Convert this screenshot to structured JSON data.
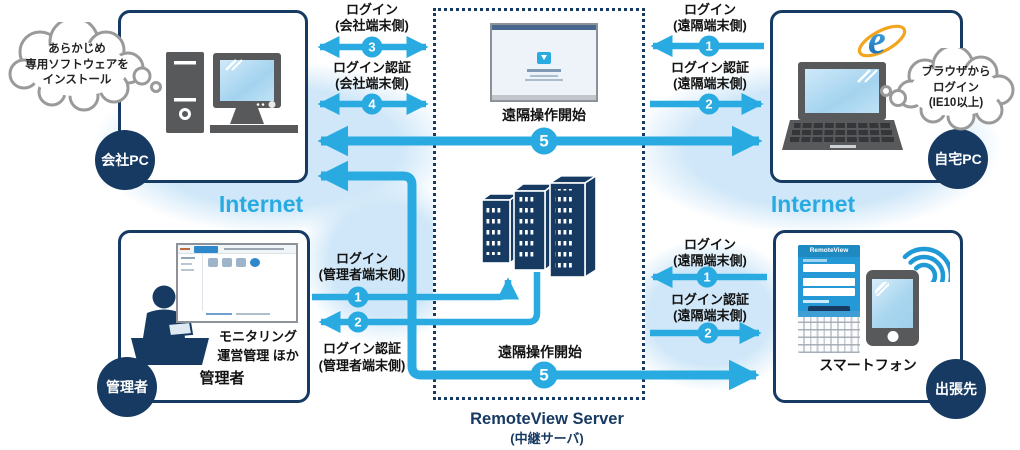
{
  "clouds": {
    "company_note": {
      "lines": [
        "あらかじめ",
        "専用ソフトウェアを",
        "インストール"
      ]
    },
    "home_note": {
      "lines": [
        "ブラウザから",
        "ログイン",
        "(IE10以上)"
      ]
    }
  },
  "nodes": {
    "company_pc": {
      "label": "会社PC"
    },
    "home_pc": {
      "label": "自宅PC"
    },
    "admin": {
      "circle_label": "管理者",
      "box_label": "管理者",
      "tasks": [
        "モニタリング",
        "運営管理 ほか"
      ]
    },
    "trip": {
      "label": "出張先",
      "device": "スマートフォン"
    }
  },
  "internet": {
    "left": "Internet",
    "right": "Internet"
  },
  "server": {
    "session_top": "遠隔操作開始",
    "session_bottom": "遠隔操作開始",
    "name": "RemoteView Server",
    "name_sub": "(中継サーバ)"
  },
  "smartphone_app": {
    "title": "RemoteView"
  },
  "arrows": {
    "company_login": {
      "num": "3",
      "label1": "ログイン",
      "label2": "(会社端末側)"
    },
    "company_auth": {
      "num": "4",
      "label1": "ログイン認証",
      "label2": "(会社端末側)"
    },
    "home_login": {
      "num": "1",
      "label1": "ログイン",
      "label2": "(遠隔端末側)"
    },
    "home_auth": {
      "num": "2",
      "label1": "ログイン認証",
      "label2": "(遠隔端末側)"
    },
    "admin_login": {
      "num": "1",
      "label1": "ログイン",
      "label2": "(管理者端末側)"
    },
    "admin_auth": {
      "num": "2",
      "label1": "ログイン認証",
      "label2": "(管理者端末側)"
    },
    "trip_login": {
      "num": "1",
      "label1": "ログイン",
      "label2": "(遠隔端末側)"
    },
    "trip_auth": {
      "num": "2",
      "label1": "ログイン認証",
      "label2": "(遠隔端末側)"
    },
    "session_top": {
      "num": "5"
    },
    "session_bottom": {
      "num": "5"
    }
  },
  "colors": {
    "accent_blue": "#29abe2",
    "navy": "#173a63",
    "light_blue": "#cfe7f8",
    "icon_gray": "#58595b"
  }
}
